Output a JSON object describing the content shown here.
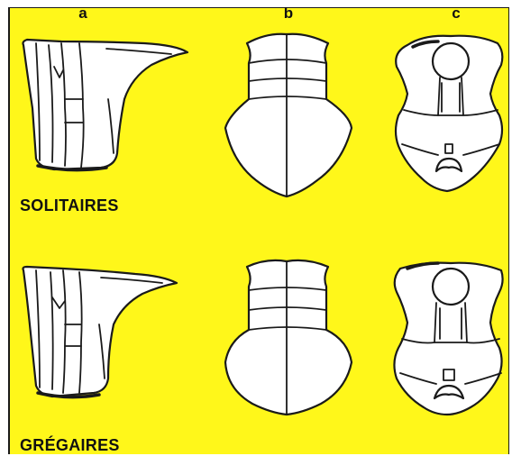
{
  "columns": {
    "a": "a",
    "b": "b",
    "c": "c"
  },
  "rows": {
    "solitary": "SOLITAIRES",
    "gregarious": "GRÉGAIRES"
  },
  "colors": {
    "background": "#fff71a",
    "outline": "#1a1a1a",
    "fill": "#ffffff"
  }
}
